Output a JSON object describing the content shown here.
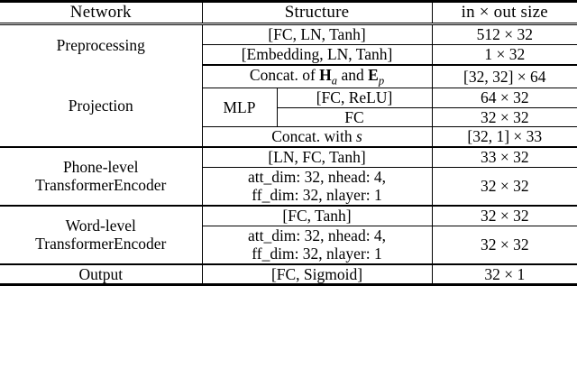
{
  "table": {
    "headers": {
      "network": "Network",
      "structure": "Structure",
      "size": "in × out size"
    },
    "sections": [
      {
        "name": "Preprocessing",
        "name_lines": [
          "Preprocessing"
        ],
        "rows": [
          {
            "structure": "[FC, LN, Tanh]",
            "size": "512 × 32"
          },
          {
            "structure": "[Embedding, LN, Tanh]",
            "size": "1 × 32"
          }
        ]
      },
      {
        "name": "Projection",
        "name_lines": [
          "Projection"
        ],
        "rows": [
          {
            "structure_html": "Concat. of H_a and E_p",
            "structure_pre": "Concat. of ",
            "sym1": "H",
            "sub1": "a",
            "structure_mid": " and ",
            "sym2": "E",
            "sub2": "p",
            "size": "[32, 32] × 64"
          },
          {
            "group": "MLP",
            "structure": "[FC, ReLU]",
            "size": "64 × 32"
          },
          {
            "structure": "FC",
            "size": "32 × 32"
          },
          {
            "structure_pre": "Concat. with ",
            "sym_italic": "s",
            "size": "[32, 1] × 33"
          }
        ]
      },
      {
        "name": "Phone-level TransformerEncoder",
        "name_lines": [
          "Phone-level",
          "TransformerEncoder"
        ],
        "rows": [
          {
            "structure": "[LN, FC, Tanh]",
            "size": "33 × 32"
          },
          {
            "structure_line1": "att_dim: 32, nhead: 4,",
            "structure_line2": "ff_dim: 32, nlayer: 1",
            "size": "32 × 32"
          }
        ]
      },
      {
        "name": "Word-level TransformerEncoder",
        "name_lines": [
          "Word-level",
          "TransformerEncoder"
        ],
        "rows": [
          {
            "structure": "[FC, Tanh]",
            "size": "32 × 32"
          },
          {
            "structure_line1": "att_dim: 32, nhead: 4,",
            "structure_line2": "ff_dim: 32, nlayer: 1",
            "size": "32 × 32"
          }
        ]
      },
      {
        "name": "Output",
        "name_lines": [
          "Output"
        ],
        "rows": [
          {
            "structure": "[FC, Sigmoid]",
            "size": "32 × 1"
          }
        ]
      }
    ]
  }
}
